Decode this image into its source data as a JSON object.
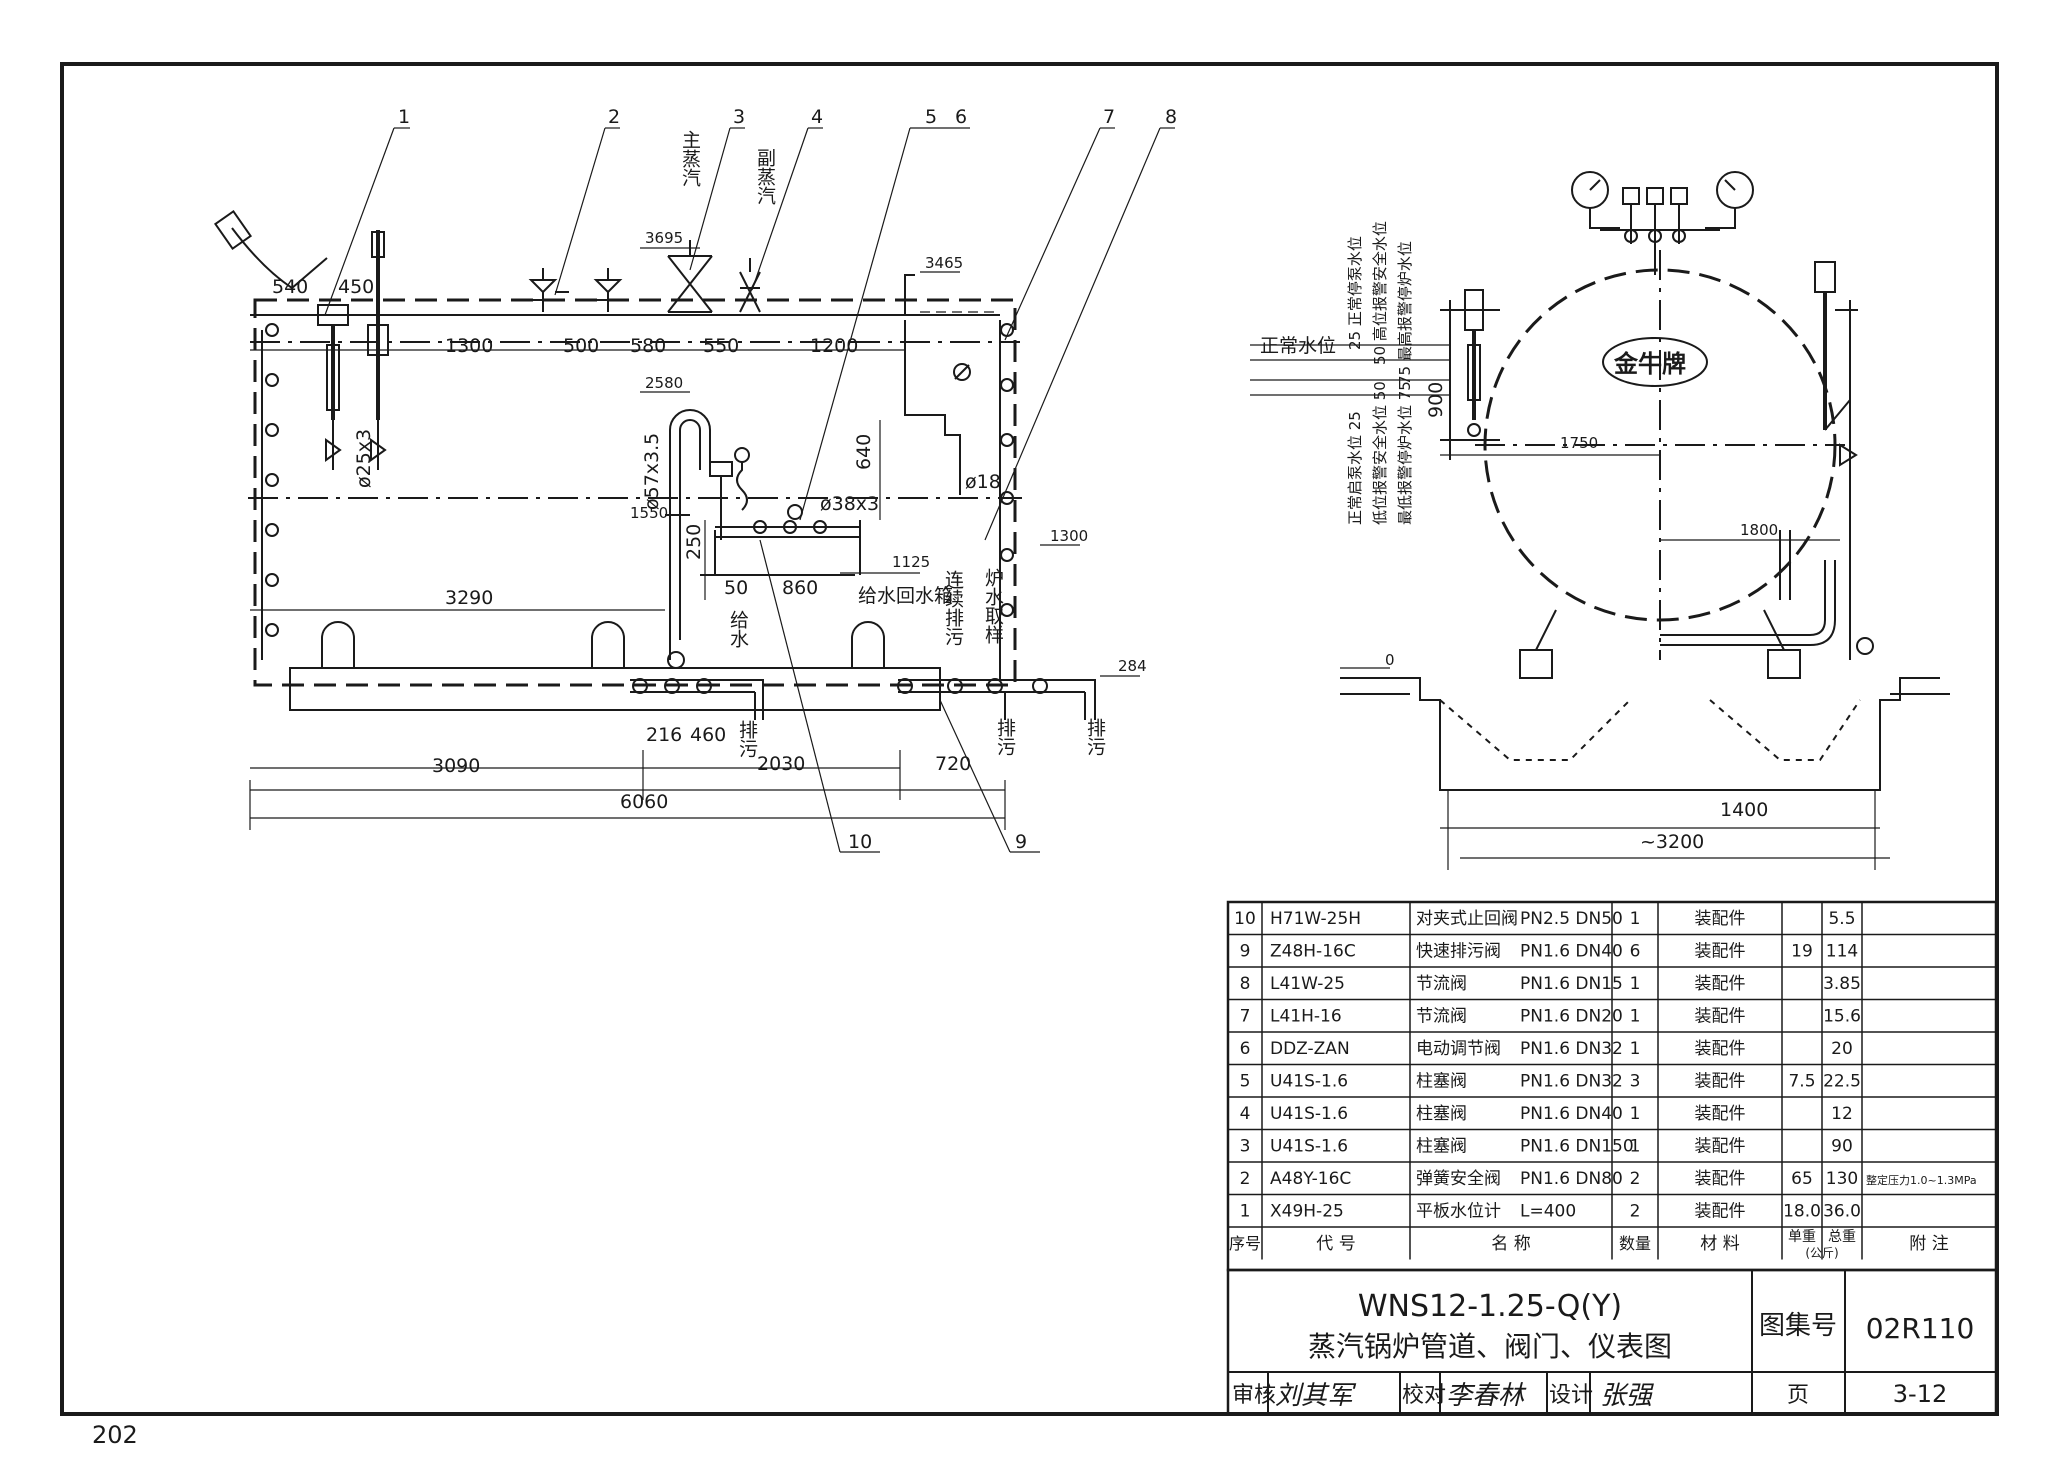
{
  "page_number": "202",
  "callouts": [
    "1",
    "2",
    "3",
    "4",
    "5",
    "6",
    "7",
    "8",
    "10",
    "9"
  ],
  "left_view": {
    "top_dims": [
      "540",
      "450",
      "1300",
      "500",
      "580",
      "550",
      "1200"
    ],
    "elevations": [
      "3695",
      "3465",
      "2580",
      "1550",
      "1125",
      "1300",
      "284"
    ],
    "pipe_specs": [
      "ø25x3",
      "ø57x3.5",
      "ø38x3",
      "ø18"
    ],
    "mid_dims": [
      "640",
      "250",
      "50",
      "860",
      "3290"
    ],
    "bottom_dims": [
      "216",
      "460",
      "2030",
      "720",
      "3090",
      "6060"
    ],
    "vertical_labels": {
      "main_steam": "主蒸汽",
      "aux_steam": "副蒸汽",
      "feed_water": "给水",
      "return_tank": "给水回水箱",
      "continuous_blowdown": "连续排污",
      "water_sampling": "炉水取样",
      "blowdown": "排污"
    }
  },
  "right_view": {
    "normal_water_level": "正常水位",
    "level_labels": [
      "正常启泵水位 25",
      "低位报警安全水位 50",
      "最低报警停炉水位 75"
    ],
    "level_labels_upper": [
      "25 正常停泵水位",
      "50 高位报警安全水位",
      "75 最高报警停炉水位"
    ],
    "dims": [
      "900",
      "1750",
      "1800",
      "1400",
      "~3200",
      "0"
    ],
    "brand": "金牛牌"
  },
  "parts_table": {
    "rows": [
      {
        "no": "10",
        "code": "H71W-25H",
        "name": "对夹式止回阀",
        "spec": "PN2.5 DN50",
        "qty": "1",
        "material": "装配件",
        "unit": "",
        "total": "5.5",
        "note": ""
      },
      {
        "no": "9",
        "code": "Z48H-16C",
        "name": "快速排污阀",
        "spec": "PN1.6 DN40",
        "qty": "6",
        "material": "装配件",
        "unit": "19",
        "total": "114",
        "note": ""
      },
      {
        "no": "8",
        "code": "L41W-25",
        "name": "节流阀",
        "spec": "PN1.6 DN15",
        "qty": "1",
        "material": "装配件",
        "unit": "",
        "total": "3.85",
        "note": ""
      },
      {
        "no": "7",
        "code": "L41H-16",
        "name": "节流阀",
        "spec": "PN1.6 DN20",
        "qty": "1",
        "material": "装配件",
        "unit": "",
        "total": "15.6",
        "note": ""
      },
      {
        "no": "6",
        "code": "DDZ-ZAN",
        "name": "电动调节阀",
        "spec": "PN1.6 DN32",
        "qty": "1",
        "material": "装配件",
        "unit": "",
        "total": "20",
        "note": ""
      },
      {
        "no": "5",
        "code": "U41S-1.6",
        "name": "柱塞阀",
        "spec": "PN1.6 DN32",
        "qty": "3",
        "material": "装配件",
        "unit": "7.5",
        "total": "22.5",
        "note": ""
      },
      {
        "no": "4",
        "code": "U41S-1.6",
        "name": "柱塞阀",
        "spec": "PN1.6 DN40",
        "qty": "1",
        "material": "装配件",
        "unit": "",
        "total": "12",
        "note": ""
      },
      {
        "no": "3",
        "code": "U41S-1.6",
        "name": "柱塞阀",
        "spec": "PN1.6 DN150",
        "qty": "1",
        "material": "装配件",
        "unit": "",
        "total": "90",
        "note": ""
      },
      {
        "no": "2",
        "code": "A48Y-16C",
        "name": "弹簧安全阀",
        "spec": "PN1.6 DN80",
        "qty": "2",
        "material": "装配件",
        "unit": "65",
        "total": "130",
        "note": "整定压力1.0~1.3MPa"
      },
      {
        "no": "1",
        "code": "X49H-25",
        "name": "平板水位计",
        "spec": "L=400",
        "qty": "2",
        "material": "装配件",
        "unit": "18.0",
        "total": "36.0",
        "note": ""
      }
    ],
    "header": {
      "no": "序号",
      "code": "代 号",
      "name": "名 称",
      "qty": "数量",
      "material": "材 料",
      "weight_unit": "单重",
      "weight_total": "总重",
      "weight_unit_label": "(公斤)",
      "note": "附 注"
    }
  },
  "title_block": {
    "model": "WNS12-1.25-Q(Y)",
    "title": "蒸汽锅炉管道、阀门、仪表图",
    "atlas_label": "图集号",
    "atlas_no": "02R110",
    "review_label": "审核",
    "review_sign": "刘其军",
    "check_label": "校对",
    "check_sign": "李春林",
    "design_label": "设计",
    "design_sign": "张强",
    "page_label": "页",
    "page_no": "3-12"
  }
}
